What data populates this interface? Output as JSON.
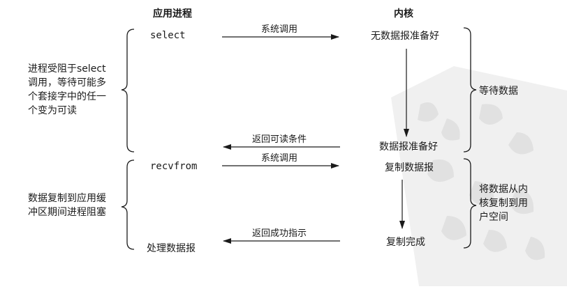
{
  "headers": {
    "app_process": "应用进程",
    "kernel": "内核"
  },
  "app_side": {
    "select_call": "select",
    "recvfrom_call": "recvfrom",
    "process_datagram": "处理数据报"
  },
  "arrows": {
    "syscall_1": "系统调用",
    "return_readable": "返回可读条件",
    "syscall_2": "系统调用",
    "return_success": "返回成功指示"
  },
  "kernel_side": {
    "no_datagram_ready": "无数据报准备好",
    "datagram_ready": "数据报准备好",
    "copy_datagram": "复制数据报",
    "copy_complete": "复制完成"
  },
  "left_notes": {
    "blocked_select": [
      "进程受阻于select",
      "调用，等待可能多",
      "个套接字中的任一",
      "个变为可读"
    ],
    "blocked_copy": [
      "数据复制到应用缓",
      "冲区期间进程阻塞"
    ]
  },
  "right_notes": {
    "wait_data": [
      "等待数据"
    ],
    "copy_to_user": [
      "将数据从内",
      "核复制到用",
      "户空间"
    ]
  },
  "colors": {
    "ink": "#1a1a1a",
    "watermark": "#d9d9d9"
  },
  "icons": {
    "watermark": "seal-watermark"
  }
}
